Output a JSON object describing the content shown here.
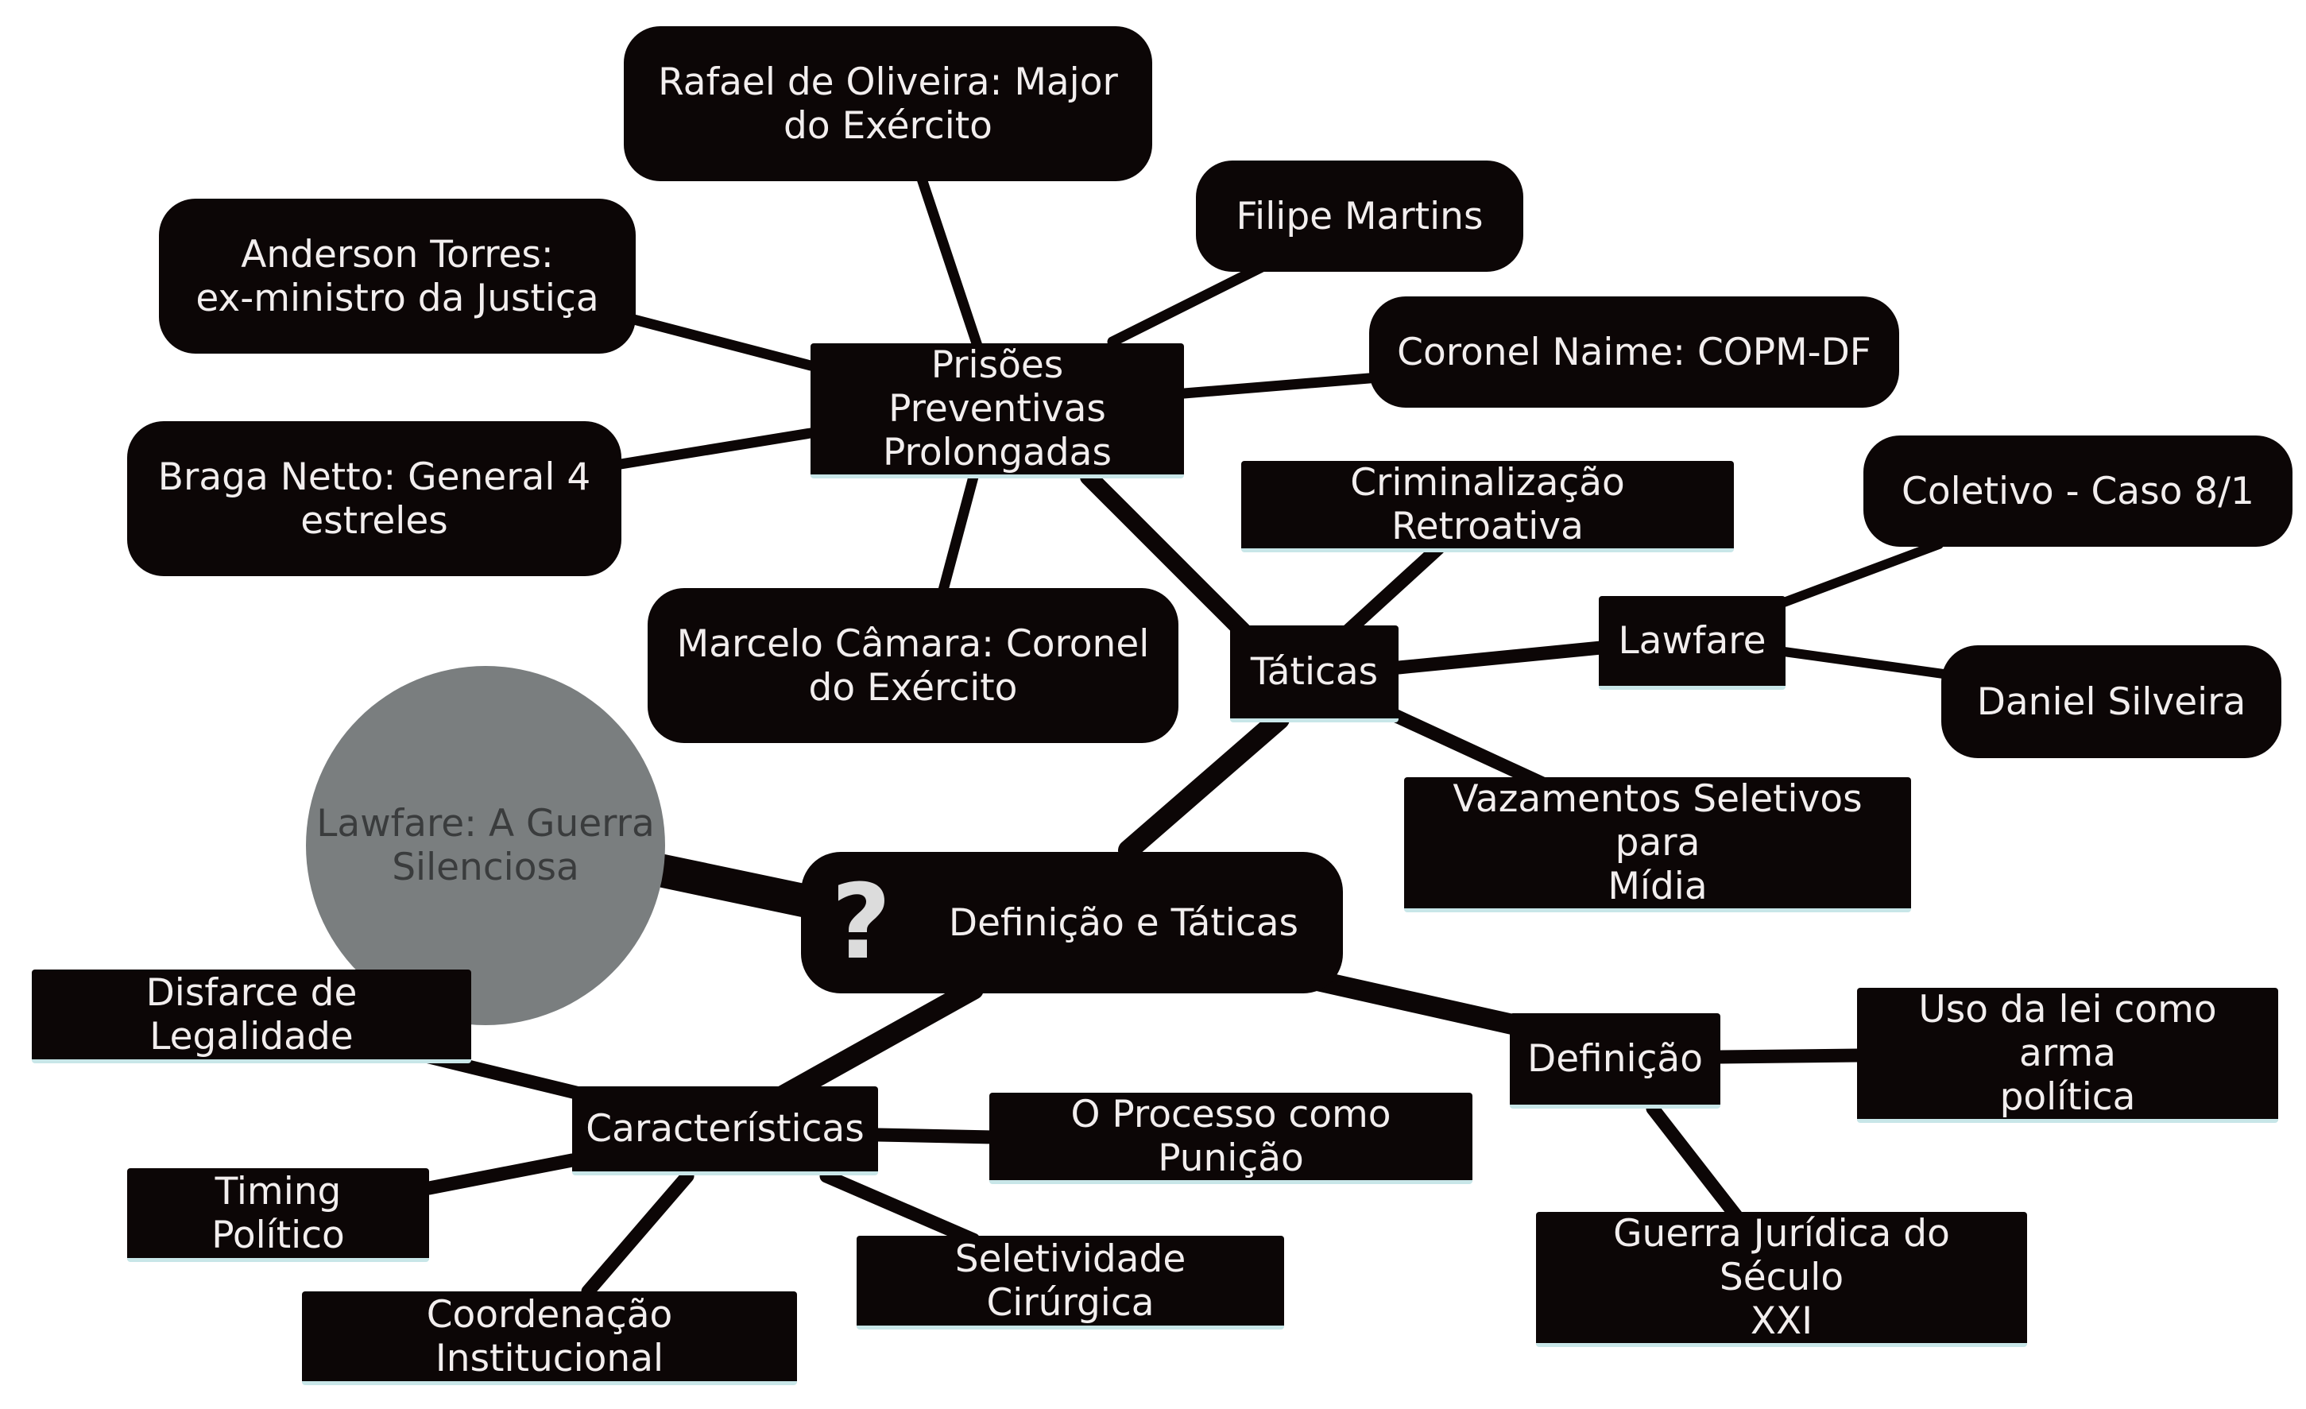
{
  "colors": {
    "node": "#0c0606",
    "text": "#f2eeee",
    "root": "#7a7e7f",
    "edge": "#0c0606",
    "accent_underline": "#c8e6e8"
  },
  "root": {
    "label": "Lawfare: A Guerra\nSilenciosa"
  },
  "central": {
    "label": "Definição e Táticas",
    "icon": "question-mark-icon",
    "icon_glyph": "?"
  },
  "branches": {
    "prisoes": {
      "label": "Prisões Preventivas\nProlongadas",
      "items": {
        "rafael": "Rafael de Oliveira: Major\ndo Exército",
        "filipe": "Filipe Martins",
        "anderson": "Anderson Torres:\nex-ministro da Justiça",
        "naime": "Coronel Naime: COPM-DF",
        "braga": "Braga Netto: General 4\nestreles",
        "marcelo": "Marcelo Câmara: Coronel\ndo Exército"
      }
    },
    "taticas": {
      "label": "Táticas",
      "items": {
        "criminalizacao": "Criminalização Retroativa",
        "vazamentos": "Vazamentos Seletivos para\nMídia"
      },
      "lawfare": {
        "label": "Lawfare",
        "items": {
          "coletivo": "Coletivo - Caso 8/1",
          "daniel": "Daniel Silveira"
        }
      }
    },
    "definicao": {
      "label": "Definição",
      "items": {
        "uso_lei": "Uso da lei como arma\npolítica",
        "guerra": "Guerra Jurídica do Século\nXXI"
      }
    },
    "caracteristicas": {
      "label": "Características",
      "items": {
        "disfarce": "Disfarce de Legalidade",
        "processo": "O Processo como Punição",
        "timing": "Timing Político",
        "seletividade": "Seletividade Cirúrgica",
        "coordenacao": "Coordenação Institucional"
      }
    }
  }
}
